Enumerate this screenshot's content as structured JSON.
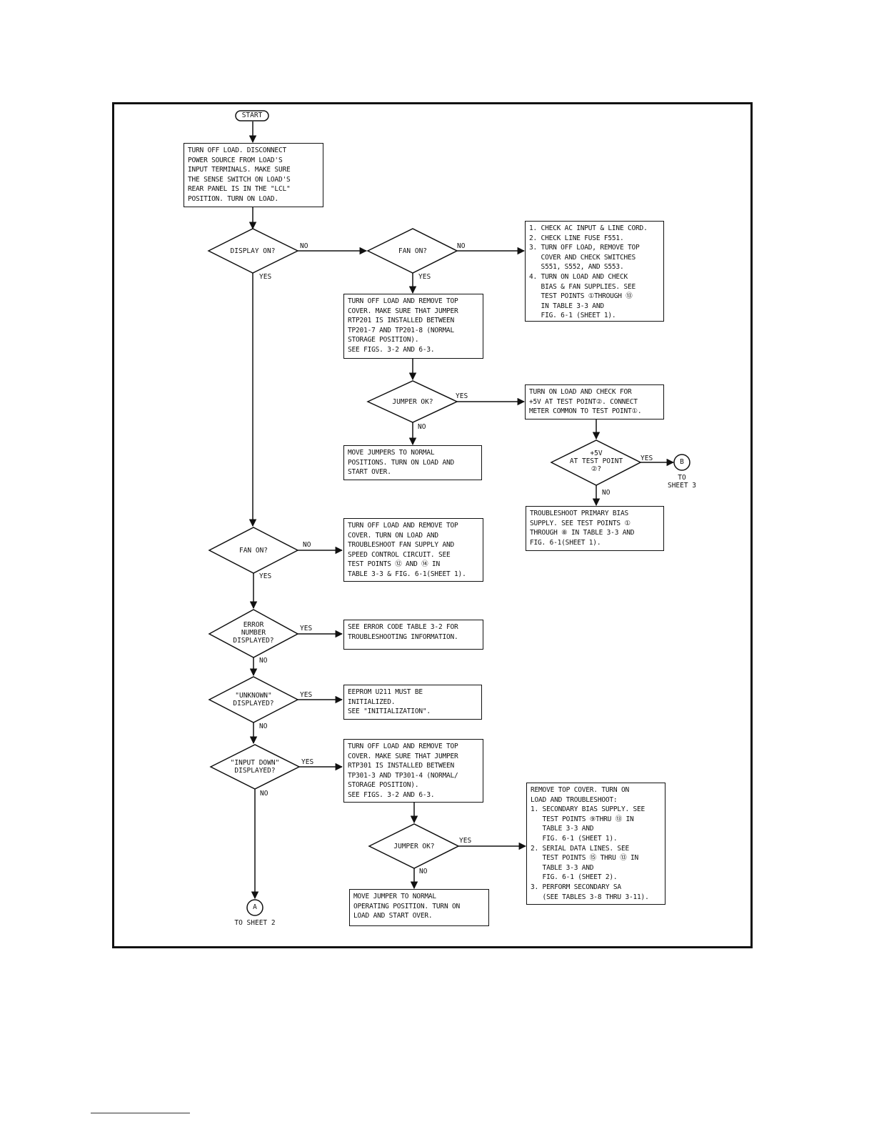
{
  "flow": {
    "start": "START",
    "box_initial": "TURN OFF LOAD. DISCONNECT\nPOWER SOURCE FROM LOAD'S\nINPUT TERMINALS. MAKE SURE\nTHE SENSE SWITCH ON LOAD'S\nREAR PANEL IS IN THE \"LCL\"\nPOSITION. TURN ON LOAD.",
    "dec_display_on": "DISPLAY ON?",
    "dec_fan_on_1": "FAN ON?",
    "box_check_ac": "1. CHECK AC INPUT & LINE CORD.\n2. CHECK LINE FUSE F551.\n3. TURN OFF LOAD, REMOVE TOP\n   COVER AND CHECK SWITCHES\n   S551, S552, AND S553.\n4. TURN ON LOAD AND CHECK\n   BIAS & FAN SUPPLIES. SEE\n   TEST POINTS ①THROUGH ⑬\n   IN TABLE 3-3 AND\n   FIG. 6-1 (SHEET 1).",
    "box_jumper_rtp201": "TURN OFF LOAD AND REMOVE TOP\nCOVER. MAKE SURE THAT JUMPER\nRTP201 IS INSTALLED BETWEEN\nTP201-7 AND TP201-8 (NORMAL\nSTORAGE POSITION).\nSEE FIGS. 3-2 AND 6-3.",
    "dec_jumper_ok_1": "JUMPER OK?",
    "box_check_5v": "TURN ON LOAD AND CHECK FOR\n+5V AT TEST POINT②. CONNECT\nMETER COMMON TO TEST POINT①.",
    "box_move_jumpers": "MOVE JUMPERS TO NORMAL\nPOSITIONS. TURN ON LOAD AND\nSTART OVER.",
    "dec_5v": "+5V\nAT TEST POINT\n②?",
    "connector_b": "B",
    "to_sheet_3": "TO\nSHEET 3",
    "box_primary_bias": "TROUBLESHOOT PRIMARY BIAS\nSUPPLY. SEE TEST POINTS ①\nTHROUGH ⑧ IN TABLE 3-3 AND\nFIG. 6-1(SHEET 1).",
    "dec_fan_on_2": "FAN ON?",
    "box_fan_supply": "TURN OFF LOAD AND REMOVE TOP\nCOVER. TURN ON LOAD AND\nTROUBLESHOOT FAN SUPPLY AND\nSPEED CONTROL CIRCUIT. SEE\nTEST POINTS ⑫ AND ⑭ IN\nTABLE 3-3 & FIG. 6-1(SHEET 1).",
    "dec_error": "ERROR\nNUMBER\nDISPLAYED?",
    "box_error_table": "SEE ERROR CODE TABLE 3-2 FOR\nTROUBLESHOOTING INFORMATION.",
    "dec_unknown": "\"UNKNOWN\"\nDISPLAYED?",
    "box_eeprom": "EEPROM U211 MUST BE\nINITIALIZED.\nSEE \"INITIALIZATION\".",
    "dec_input_down": "\"INPUT DOWN\"\nDISPLAYED?",
    "box_jumper_rtp301": "TURN OFF LOAD AND REMOVE TOP\nCOVER. MAKE SURE THAT JUMPER\nRTP301 IS INSTALLED BETWEEN\nTP301-3 AND TP301-4 (NORMAL/\nSTORAGE POSITION).\nSEE FIGS. 3-2 AND 6-3.",
    "dec_jumper_ok_2": "JUMPER OK?",
    "box_secondary": "REMOVE TOP COVER. TURN ON\nLOAD AND TROUBLESHOOT:\n1. SECONDARY BIAS SUPPLY. SEE\n   TEST POINTS ⑨THRU ⑬ IN\n   TABLE 3-3 AND\n   FIG. 6-1 (SHEET 1).\n2. SERIAL DATA LINES. SEE\n   TEST POINTS ⑮ THRU ⑬ IN\n   TABLE 3-3 AND\n   FIG. 6-1 (SHEET 2).\n3. PERFORM SECONDARY SA\n   (SEE TABLES 3-8 THRU 3-11).",
    "box_move_jumper": "MOVE JUMPER TO NORMAL\nOPERATING POSITION. TURN ON\nLOAD AND START OVER.",
    "connector_a": "A",
    "to_sheet_2": "TO SHEET 2"
  },
  "labels": {
    "yes": "YES",
    "no": "NO"
  }
}
